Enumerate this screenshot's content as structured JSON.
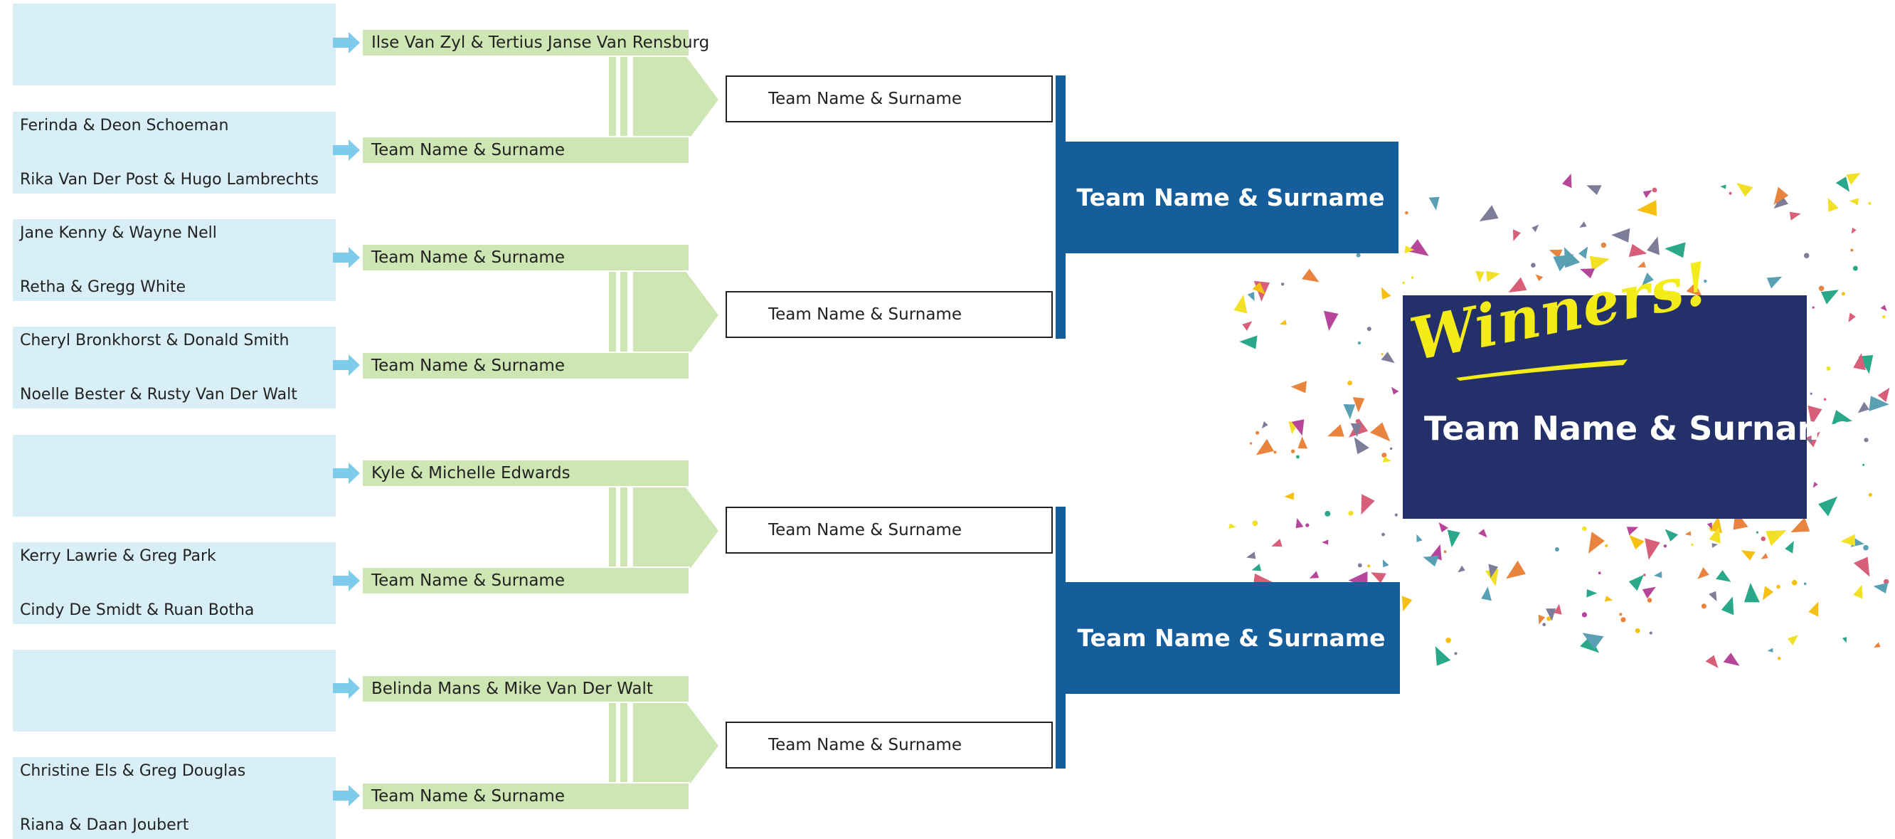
{
  "round1": [
    {
      "top": "",
      "bottom": ""
    },
    {
      "top": "Ferinda & Deon Schoeman",
      "bottom": "Rika Van Der Post & Hugo Lambrechts"
    },
    {
      "top": "Jane Kenny & Wayne Nell",
      "bottom": "Retha & Gregg White"
    },
    {
      "top": "Cheryl Bronkhorst & Donald Smith",
      "bottom": " Noelle Bester & Rusty Van Der Walt"
    },
    {
      "top": "",
      "bottom": ""
    },
    {
      "top": "Kerry Lawrie & Greg Park",
      "bottom": "Cindy De Smidt & Ruan Botha"
    },
    {
      "top": "",
      "bottom": ""
    },
    {
      "top": "Christine Els & Greg Douglas",
      "bottom": "Riana & Daan Joubert"
    }
  ],
  "round1_results": [
    "Ilse Van Zyl & Tertius Janse Van Rensburg",
    "Team Name & Surname",
    "Team Name & Surname",
    "Team Name & Surname",
    "Kyle & Michelle Edwards",
    "Team Name & Surname",
    "Belinda Mans & Mike Van Der Walt",
    "Team Name & Surname"
  ],
  "round2": [
    "Team Name & Surname",
    "Team Name & Surname",
    "Team Name & Surname",
    "Team Name & Surname"
  ],
  "semifinal": [
    "Team Name & Surname",
    "Team Name & Surname"
  ],
  "winner": {
    "title": "Winners!",
    "name": "Team Name & Surname"
  },
  "colors": {
    "pair_bg": "#d9eff8",
    "arrow": "#7fcbec",
    "green": "#cde6b3",
    "semi": "#155e9b",
    "winner_bg": "#23306a",
    "winner_title": "#f3ec19"
  }
}
